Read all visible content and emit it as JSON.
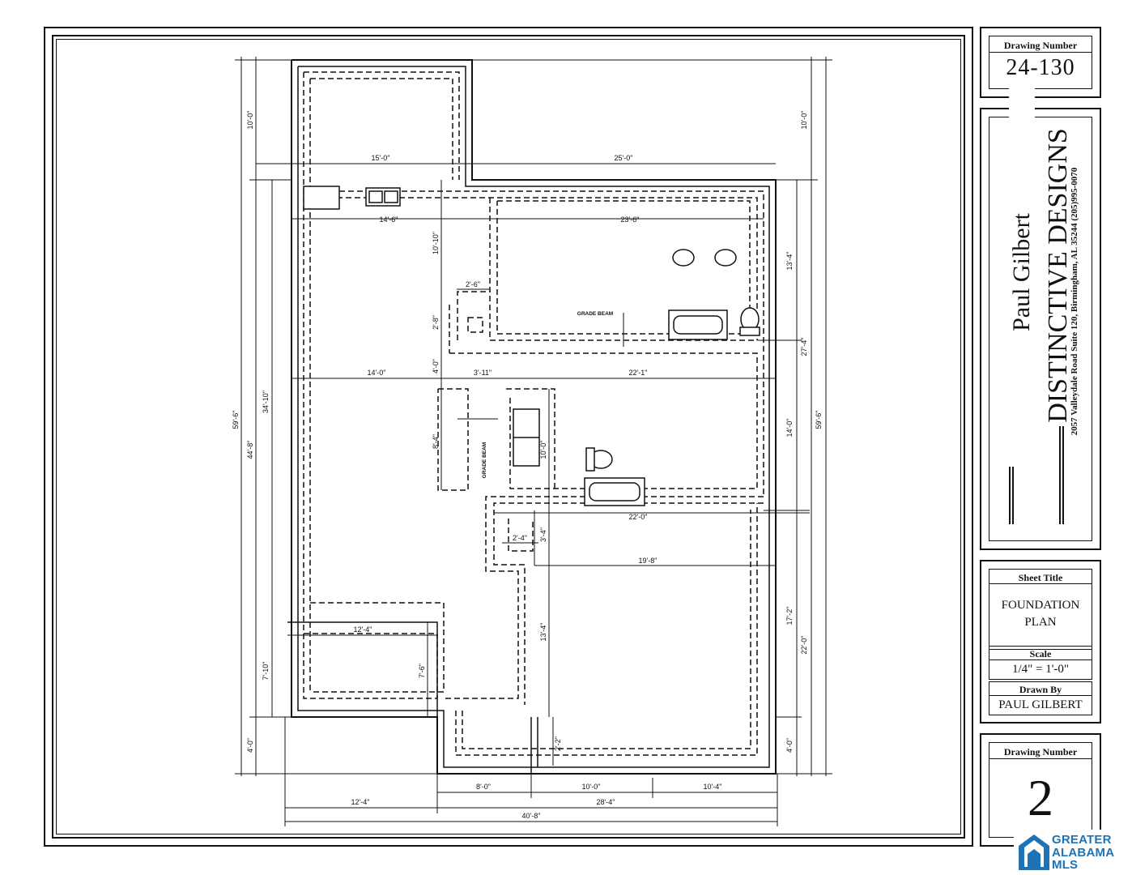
{
  "title_block": {
    "drawing_number_label": "Drawing Number",
    "drawing_number": "24-130",
    "designer_name": "Paul Gilbert",
    "company": "DISTINCTIVE DESIGNS",
    "address": "2057 Valleydale Road Suite 120, Birmingham, AL 35244  (205)995-0070",
    "sheet_title_label": "Sheet Title",
    "sheet_title_line1": "FOUNDATION",
    "sheet_title_line2": "PLAN",
    "scale_label": "Scale",
    "scale_value": "1/4\" = 1'-0\"",
    "drawn_by_label": "Drawn By",
    "drawn_by_value": "PAUL GILBERT",
    "sheet_number_label": "Drawing Number",
    "sheet_number": "2"
  },
  "plan": {
    "dims": {
      "d15_0": "15'-0\"",
      "d25_0": "25'-0\"",
      "d10_0_left_top": "10'-0\"",
      "d10_0_right_top": "10'-0\"",
      "d14_6": "14'-6\"",
      "d23_6": "23'-6\"",
      "d10_10": "10'-10\"",
      "d13_4_right": "13'-4\"",
      "d2_6": "2'-6\"",
      "d2_8": "2'-8\"",
      "d27_4": "27'-4\"",
      "d4_0_mid": "4'-0\"",
      "d14_0_left": "14'-0\"",
      "d3_11": "3'-11\"",
      "d22_1": "22'-1\"",
      "d8_4": "8'-4\"",
      "d10_0_mid": "10'-0\"",
      "d14_0_right": "14'-0\"",
      "d59_6_left": "59'-6\"",
      "d59_6_right": "59'-6\"",
      "d44_8": "44'-8\"",
      "d34_10": "34'-10\"",
      "d22_0_top": "22'-0\"",
      "d2_4": "2'-4\"",
      "d3_4": "3'-4\"",
      "d19_8": "19'-8\"",
      "d17_2": "17'-2\"",
      "d22_0_right": "22'-0\"",
      "d12_4_top": "12'-4\"",
      "d7_10": "7'-10\"",
      "d7_6": "7'-6\"",
      "d13_4_mid": "13'-4\"",
      "d4_0_left_bot": "4'-0\"",
      "d4_0_right_bot": "4'-0\"",
      "d2_2": "2'-2\"",
      "d8_0": "8'-0\"",
      "d10_0_bot": "10'-0\"",
      "d10_4": "10'-4\"",
      "d12_4_bot": "12'-4\"",
      "d28_4": "28'-4\"",
      "d40_8": "40'-8\""
    },
    "notes": {
      "grade_beam_1": "GRADE BEAM",
      "grade_beam_2": "GRADE BEAM"
    }
  },
  "logo": {
    "line1": "GREATER",
    "line2": "ALABAMA",
    "line3": "MLS",
    "color": "#1d73b5"
  }
}
